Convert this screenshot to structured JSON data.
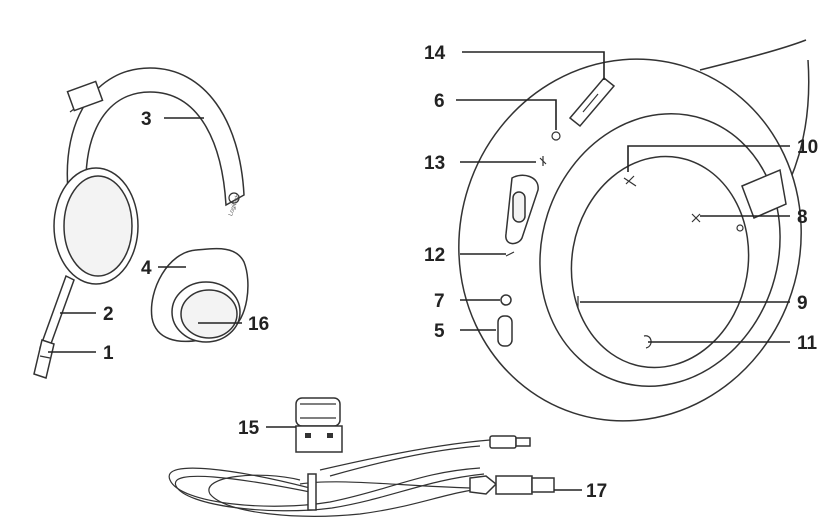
{
  "callouts": [
    {
      "id": "1",
      "text": "1"
    },
    {
      "id": "2",
      "text": "2"
    },
    {
      "id": "3",
      "text": "3"
    },
    {
      "id": "4",
      "text": "4"
    },
    {
      "id": "5",
      "text": "5"
    },
    {
      "id": "6",
      "text": "6"
    },
    {
      "id": "7",
      "text": "7"
    },
    {
      "id": "8",
      "text": "8"
    },
    {
      "id": "9",
      "text": "9"
    },
    {
      "id": "10",
      "text": "10"
    },
    {
      "id": "11",
      "text": "11"
    },
    {
      "id": "12",
      "text": "12"
    },
    {
      "id": "13",
      "text": "13"
    },
    {
      "id": "14",
      "text": "14"
    },
    {
      "id": "15",
      "text": "15"
    },
    {
      "id": "16",
      "text": "16"
    },
    {
      "id": "17",
      "text": "17"
    }
  ],
  "brand": {
    "name": "Logitech"
  },
  "colors": {
    "line": "#222222",
    "fill_shade": "#f3f3f3"
  },
  "icons": {
    "mute": "mic-mute-icon",
    "plus": "volume-up-icon",
    "minus": "volume-down-icon",
    "wireless": "wireless-icon",
    "power": "power-icon"
  }
}
